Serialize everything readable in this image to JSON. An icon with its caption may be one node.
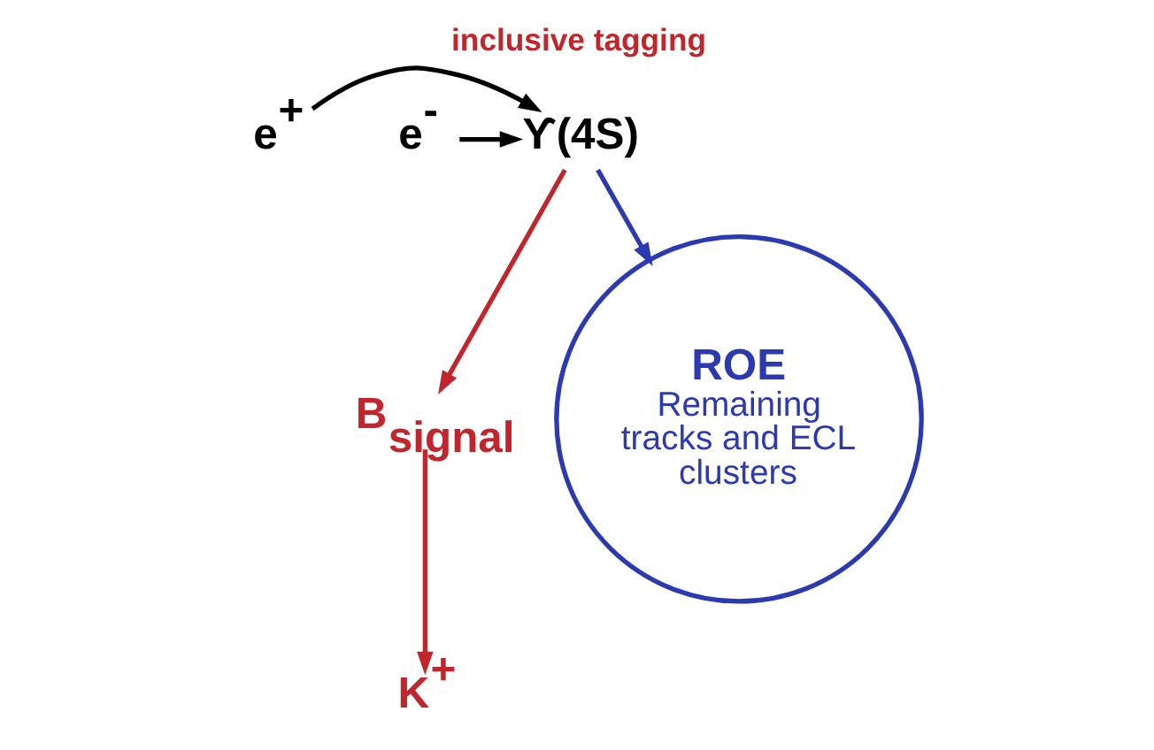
{
  "diagram": {
    "title": "inclusive tagging",
    "nodes": [
      {
        "text": [
          "e$^{+}$"
        ]
      },
      {
        "text": [
          "ϒ(4S)"
        ]
      },
      {
        "text": [
          "e$^{-}$"
        ]
      },
      {
        "text": [
          "B$_{signal}$"
        ]
      },
      {
        "text": [
          "ROE",
          "Remaining tracks and ECL clusters"
        ]
      },
      {
        "text": [
          "K$^{+}$"
        ]
      }
    ],
    "edges": [
      {
        "from": 0,
        "to": 1,
        "arrow": "to",
        "color": "#000000"
      },
      {
        "from": 2,
        "to": 1,
        "arrow": "to",
        "color": "#000000"
      },
      {
        "from": 1,
        "to": 3,
        "arrow": "to",
        "color": "#c0262b"
      },
      {
        "from": 1,
        "to": 4,
        "arrow": "to",
        "color": "#2b3ab0"
      },
      {
        "from": 3,
        "to": 5,
        "arrow": "to",
        "color": "#c0262b"
      }
    ]
  }
}
